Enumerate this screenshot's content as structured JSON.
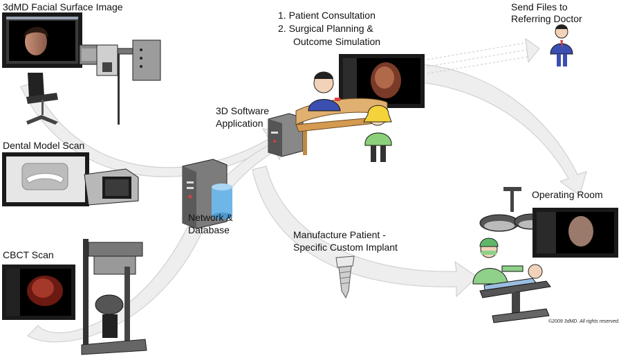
{
  "labels": {
    "facial": "3dMD Facial Surface Image",
    "dental": "Dental Model Scan",
    "cbct": "CBCT Scan",
    "network_line1": "Network &",
    "network_line2": "Database",
    "software_line1": "3D Software",
    "software_line2": "Application",
    "consult_line1": "1. Patient Consultation",
    "consult_line2": "2. Surgical Planning &",
    "consult_line3": "Outcome Simulation",
    "send_line1": "Send Files to",
    "send_line2": "Referring Doctor",
    "operating": "Operating Room",
    "manufacture_line1": "Manufacture Patient -",
    "manufacture_line2": "Specific Custom Implant",
    "copyright": "©2009 3dMD. All rights reserved."
  },
  "colors": {
    "arrow_fill": "#eeeeee",
    "arrow_stroke": "#d0d0d0",
    "monitor_frame": "#1a1a1a",
    "screen_blue": "#4a6fa8",
    "scrub_green": "#8fd08a",
    "patient_blue": "#9bbde0",
    "doctor_blue": "#3b4fb0",
    "desk_tan": "#e0b070",
    "child_yellow": "#f5d23a",
    "child_green": "#8cd07a",
    "database_blue": "#6fb6e8"
  },
  "icons": [
    "facial-scanner-icon",
    "chair-icon",
    "dental-scanner-icon",
    "cbct-machine-icon",
    "server-icon",
    "database-icon",
    "workstation-icon",
    "doctor-icon",
    "child-icon",
    "referring-doctor-icon",
    "surgical-lights-icon",
    "surgeon-icon",
    "patient-icon",
    "operating-table-icon",
    "implant-icon"
  ]
}
